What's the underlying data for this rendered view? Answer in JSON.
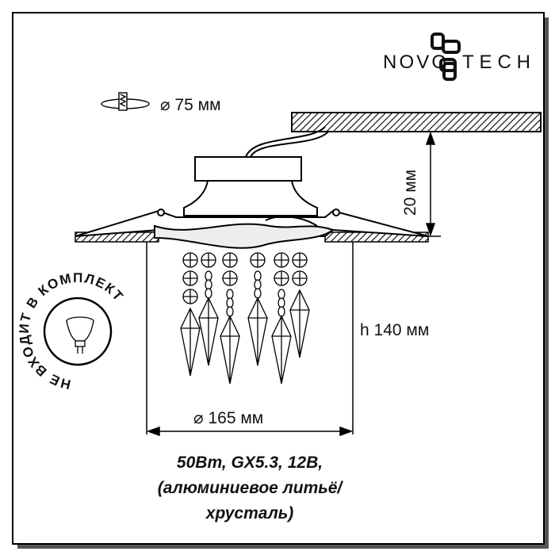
{
  "brand": {
    "logo_text": "NOVOTECH"
  },
  "cutout": {
    "icon": "ceiling-cutout-icon",
    "diameter_label": "⌀ 75 мм"
  },
  "dimensions": {
    "recess_depth": "20 мм",
    "height": "h 140 мм",
    "diameter": "⌀ 165 мм"
  },
  "badge": {
    "text": "НЕ ВХОДИТ В КОМПЛЕКТ",
    "icon": "mr16-bulb-icon"
  },
  "specs": {
    "line1": "50Вт, GX5.3, 12В,",
    "line2": "(алюминиевое литьё/",
    "line3": "хрусталь)"
  }
}
